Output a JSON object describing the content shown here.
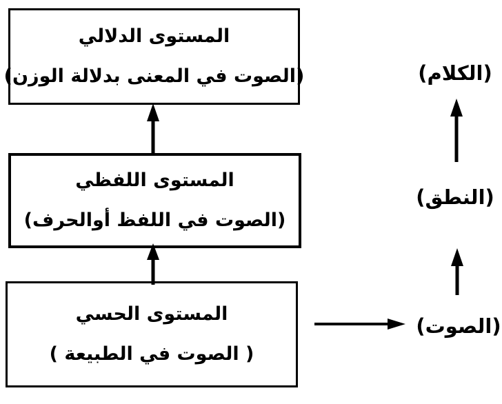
{
  "diagram": {
    "boxes": [
      {
        "name": "semantic-level",
        "title": "المستوى الدلالي",
        "subtitle": "(الصوت في المعنى بدلالة الوزن)"
      },
      {
        "name": "verbal-level",
        "title": "المستوى اللفظي",
        "subtitle": "(الصوت في اللفظ أوالحرف)"
      },
      {
        "name": "sensory-level",
        "title": "المستوى الحسي",
        "subtitle": "( الصوت في الطبيعة )"
      }
    ],
    "side_labels": [
      {
        "name": "speech",
        "text": "(الكلام)"
      },
      {
        "name": "pronunciation",
        "text": "(النطق)"
      },
      {
        "name": "sound",
        "text": "(الصوت)"
      }
    ],
    "colors": {
      "line": "#000000",
      "background": "#ffffff",
      "text": "#000000"
    }
  }
}
